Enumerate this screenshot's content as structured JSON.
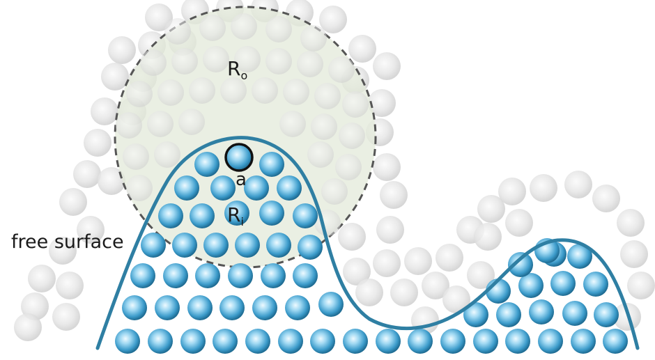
{
  "labels": {
    "outer_radius": "R",
    "outer_radius_sub": "o",
    "inner_radius": "R",
    "inner_radius_sub": "i",
    "particle": "a",
    "surface": "free surface"
  },
  "colors": {
    "background_particle": "#d9d9d9",
    "particle_core": "#e8f6ff",
    "particle_mid": "#5fb6e0",
    "particle_edge": "#1f6f96",
    "surface_line": "#2f7fa3",
    "shade_fill": "#e7ecdf",
    "dashed_circle": "#555555",
    "highlight_particle_stroke": "#111111"
  }
}
